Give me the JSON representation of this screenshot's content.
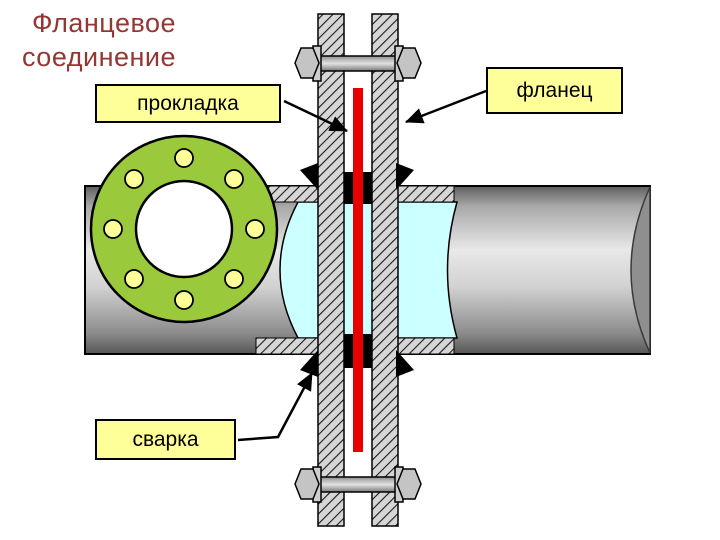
{
  "title": {
    "line1": "Фланцевое",
    "line2": "соединение"
  },
  "labels": {
    "gasket": "прокладка",
    "flange": "фланец",
    "weld": "сварка"
  },
  "colors": {
    "title_text": "#943634",
    "label_background": "#FFFF99",
    "label_border": "#000000",
    "gasket_red": "#E80000",
    "flange_disc_green": "#9ACA3C",
    "bolt_hole_yellow": "#FFFF99",
    "flange_bore_white": "#FFFFFF",
    "pipe_bore_cyan": "#CCFFFF",
    "pipe_gray": "#B0B0B0",
    "weld_black": "#000000",
    "background": "#FFFFFF"
  },
  "diagram": {
    "subject": "фланцевое соединение трубопровода (разрез)",
    "parts": [
      "труба",
      "фланец",
      "прокладка",
      "сварка",
      "болт",
      "гайка",
      "шайба"
    ]
  }
}
